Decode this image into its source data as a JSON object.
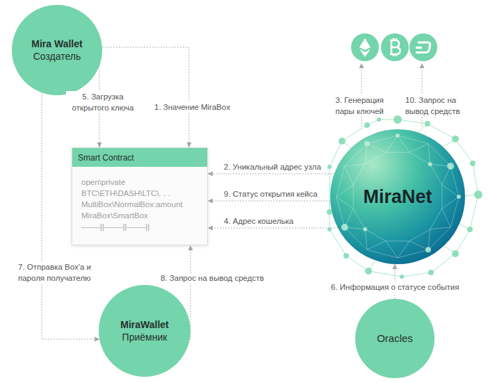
{
  "diagram": {
    "nodes": [
      {
        "text": [
          "Mira Wallet",
          "Создатель"
        ]
      },
      {
        "text": [
          "Smart Contract",
          "open\\private",
          "BTC\\ETH\\DASH\\LTC\\. . .",
          "MultiBox\\NormalBox:amount",
          "MiraBox\\SmartBox",
          "-------||-------||-------||"
        ]
      },
      {
        "text": [
          "MiraNet"
        ]
      },
      {
        "text": [
          "MiraWallet",
          "Приёмник"
        ]
      },
      {
        "text": [
          "Oracles"
        ]
      }
    ],
    "edges": [
      {
        "from": 0,
        "to": 1,
        "label": "1. Значение MiraBox",
        "arrow": "to"
      },
      {
        "from": 2,
        "to": 1,
        "label": "2. Уникальный адрес узла",
        "arrow": "to"
      },
      {
        "from": 2,
        "to": 1,
        "label": "4. Адрес кошелька",
        "arrow": "to"
      },
      {
        "from": 0,
        "to": 1,
        "label": "5. Загрузка открытого ключа",
        "arrow": "to"
      },
      {
        "from": 4,
        "to": 2,
        "label": "6. Информация о статусе события",
        "arrow": "to"
      },
      {
        "from": 0,
        "to": 3,
        "label": "7. Отправка Box'а и пароля получателю",
        "arrow": "to"
      },
      {
        "from": 3,
        "to": 1,
        "label": "8. Запрос на вывод средств",
        "arrow": "to"
      },
      {
        "from": 2,
        "to": 1,
        "label": "9. Статус открытия кейса",
        "arrow": "to"
      }
    ],
    "labels": [
      "3. Генерация пары ключей",
      "10. Запрос на вывод средств"
    ]
  }
}
